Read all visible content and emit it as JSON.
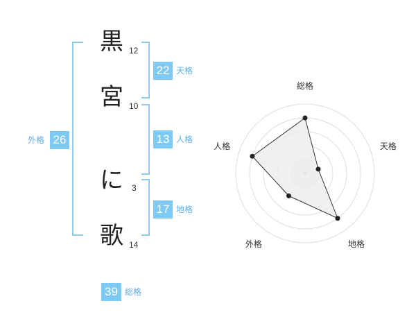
{
  "name_chars": [
    {
      "char": "黒",
      "strokes": "12"
    },
    {
      "char": "宮",
      "strokes": "10"
    },
    {
      "char": "に",
      "strokes": "3"
    },
    {
      "char": "歌",
      "strokes": "14"
    }
  ],
  "scores": {
    "tenkaku": {
      "value": "22",
      "label": "天格"
    },
    "jinkaku": {
      "value": "13",
      "label": "人格"
    },
    "chikaku": {
      "value": "17",
      "label": "地格"
    },
    "gaikaku": {
      "value": "26",
      "label": "外格"
    },
    "soukaku": {
      "value": "39",
      "label": "総格"
    }
  },
  "colors": {
    "accent": "#7fc9f5",
    "bracket": "#8ccbf1",
    "accent_text": "#63aee3"
  },
  "chart_data": {
    "type": "radar",
    "axes": [
      "総格",
      "天格",
      "地格",
      "外格",
      "人格"
    ],
    "values": [
      4,
      1,
      4,
      2,
      4
    ],
    "max": 5,
    "rings": 5
  }
}
